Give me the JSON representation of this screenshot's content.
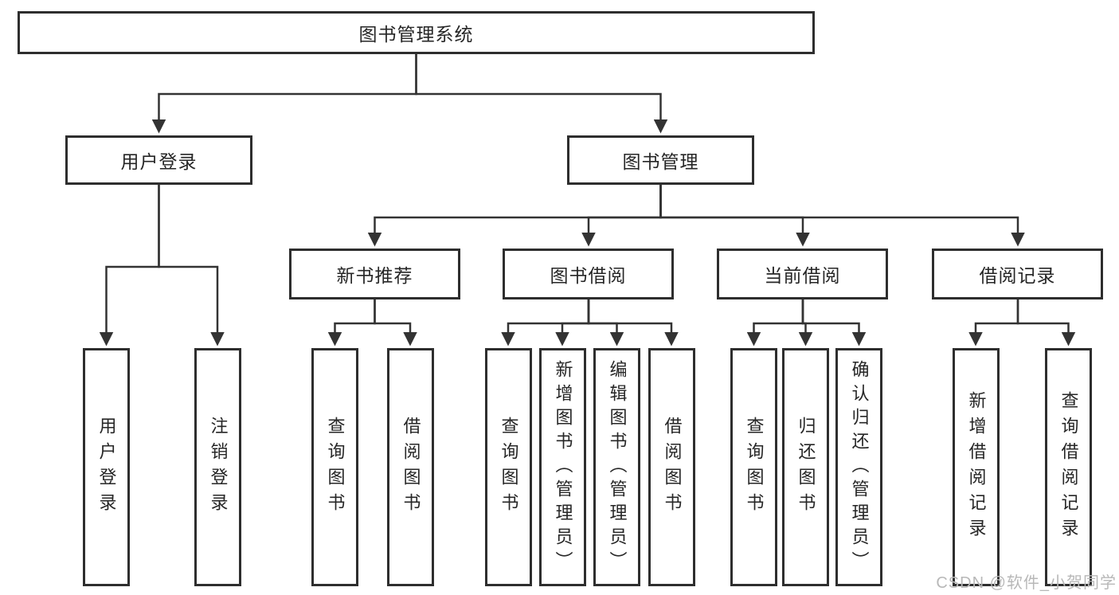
{
  "diagram": {
    "title": "图书管理系统",
    "nodes": {
      "root": {
        "label": "图书管理系统"
      },
      "user_login": {
        "label": "用户登录"
      },
      "book_mgmt": {
        "label": "图书管理"
      },
      "new_book_rec": {
        "label": "新书推荐"
      },
      "book_borrow": {
        "label": "图书借阅"
      },
      "current_borrow": {
        "label": "当前借阅"
      },
      "borrow_records": {
        "label": "借阅记录"
      },
      "leaf_user_login": {
        "label": "用户登录"
      },
      "leaf_logout": {
        "label": "注销登录"
      },
      "leaf_query_book_rec": {
        "label": "查询图书"
      },
      "leaf_borrow_book_rec": {
        "label": "借阅图书"
      },
      "leaf_query_book_borrow": {
        "label": "查询图书"
      },
      "leaf_add_book_admin": {
        "label": "新增图书（管理员）"
      },
      "leaf_edit_book_admin": {
        "label": "编辑图书（管理员）"
      },
      "leaf_borrow_book_borrow": {
        "label": "借阅图书"
      },
      "leaf_query_book_current": {
        "label": "查询图书"
      },
      "leaf_return_book": {
        "label": "归还图书"
      },
      "leaf_confirm_return_admin": {
        "label": "确认归还（管理员）"
      },
      "leaf_add_borrow_record": {
        "label": "新增借阅记录"
      },
      "leaf_query_borrow_record": {
        "label": "查询借阅记录"
      }
    },
    "colors": {
      "line": "#333333",
      "box_border": "#2e2e2e",
      "text": "#262626",
      "background": "#ffffff"
    }
  },
  "watermark": {
    "text": "CSDN @软件_小贺同学",
    "color": "#b8b8b8"
  }
}
